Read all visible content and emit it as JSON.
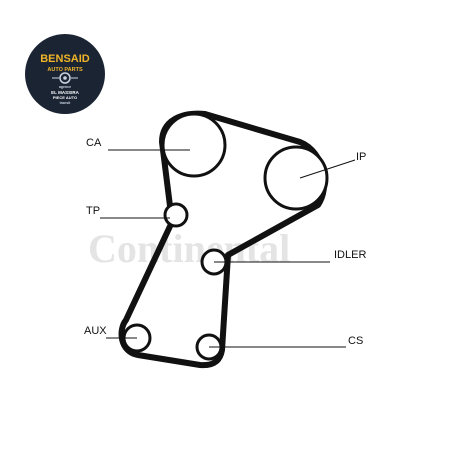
{
  "logo": {
    "brand_line1": "BENSAID",
    "brand_line2": "AUTO PARTS",
    "sub_line1": "EL MASSIRA",
    "sub_line2": "PIECE AUTO",
    "tiny_line_top": "agence",
    "tiny_line_bottom": "transit"
  },
  "watermark": "Continental",
  "labels": {
    "ca": "CA",
    "ip": "IP",
    "tp": "TP",
    "idler": "IDLER",
    "aux": "AUX",
    "cs": "CS"
  },
  "colors": {
    "belt": "#111111",
    "logo_bg": "#1b2433",
    "logo_brand": "#f0b429",
    "watermark": "#e4e4e4"
  }
}
